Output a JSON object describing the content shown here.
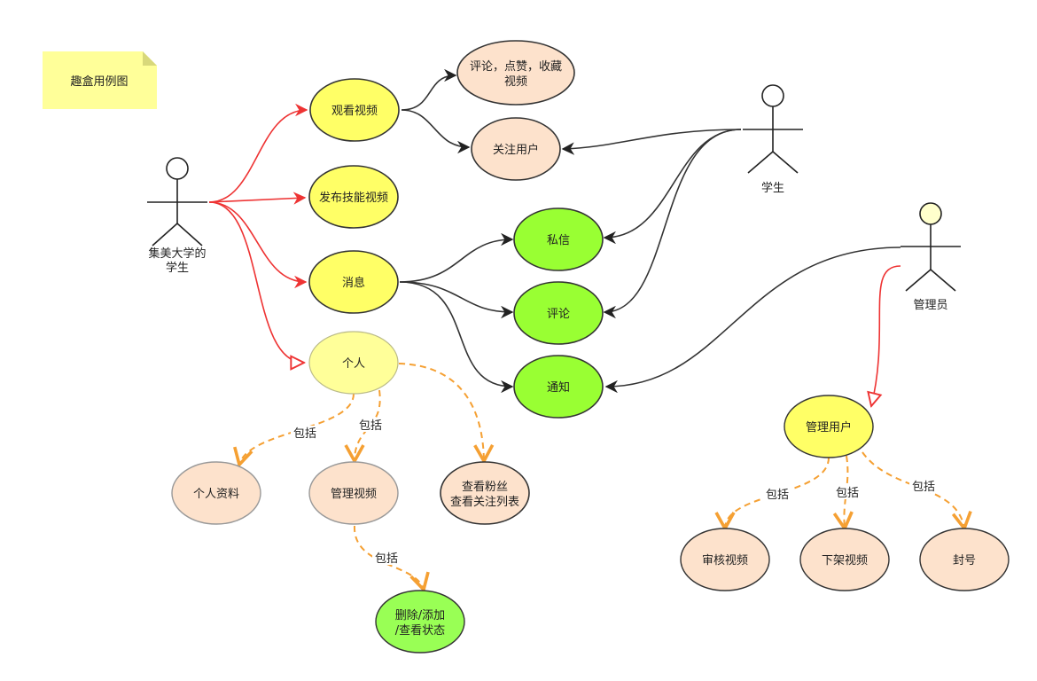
{
  "note": {
    "text": "趣盒用例图"
  },
  "actors": {
    "jmu_student": {
      "line1": "集美大学的",
      "line2": "学生"
    },
    "student": {
      "label": "学生"
    },
    "admin": {
      "label": "管理员"
    }
  },
  "use_cases": {
    "watch_video": "观看视频",
    "comment_like_fav_line1": "评论，点赞，收藏",
    "comment_like_fav_line2": "视频",
    "follow_user": "关注用户",
    "publish_video": "发布技能视频",
    "private_msg": "私信",
    "message": "消息",
    "comment": "评论",
    "notify": "通知",
    "personal": "个人",
    "profile": "个人资料",
    "manage_video": "管理视频",
    "fans_line1": "查看粉丝",
    "fans_line2": "查看关注列表",
    "delete_line1": "删除/添加",
    "delete_line2": "/查看状态",
    "manage_users": "管理用户",
    "review_video": "审核视频",
    "take_down": "下架视频",
    "ban": "封号"
  },
  "include_label": "包括",
  "colors": {
    "yellow": "#ffff66",
    "light_yellow": "#ffff99",
    "peach": "#fde2cc",
    "green": "#99ff33",
    "note": "#ffff99",
    "red_line": "#ee3333",
    "orange_dash": "#f5a033",
    "dark_line": "#333333"
  }
}
